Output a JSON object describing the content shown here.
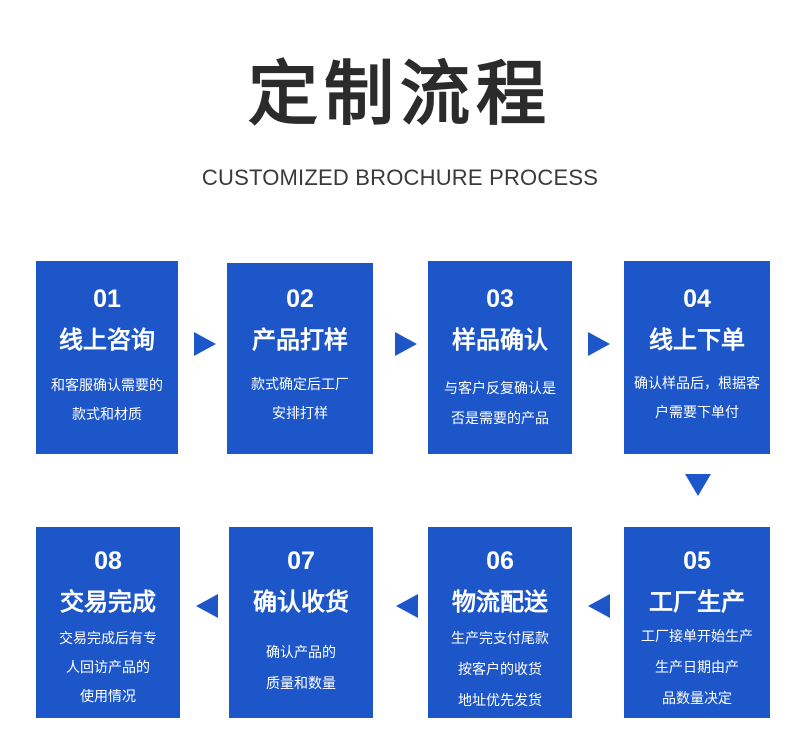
{
  "header": {
    "title": "定制流程",
    "subtitle": "CUSTOMIZED BROCHURE PROCESS"
  },
  "accent_color": "#1d56c9",
  "steps": [
    {
      "num": "01",
      "title": "线上咨询",
      "desc": [
        "和客服确认需要的",
        "款式和材质"
      ]
    },
    {
      "num": "02",
      "title": "产品打样",
      "desc": [
        "款式确定后工厂",
        "安排打样"
      ]
    },
    {
      "num": "03",
      "title": "样品确认",
      "desc": [
        "与客户反复确认是",
        "否是需要的产品"
      ]
    },
    {
      "num": "04",
      "title": "线上下单",
      "desc": [
        "确认样品后，根据客",
        "户需要下单付"
      ]
    },
    {
      "num": "05",
      "title": "工厂生产",
      "desc": [
        "工厂接单开始生产",
        "生产日期由产",
        "品数量决定"
      ]
    },
    {
      "num": "06",
      "title": "物流配送",
      "desc": [
        "生产完支付尾款",
        "按客户的收货",
        "地址优先发货"
      ]
    },
    {
      "num": "07",
      "title": "确认收货",
      "desc": [
        "确认产品的",
        "质量和数量"
      ]
    },
    {
      "num": "08",
      "title": "交易完成",
      "desc": [
        "交易完成后有专",
        "人回访产品的",
        "使用情况"
      ]
    }
  ]
}
